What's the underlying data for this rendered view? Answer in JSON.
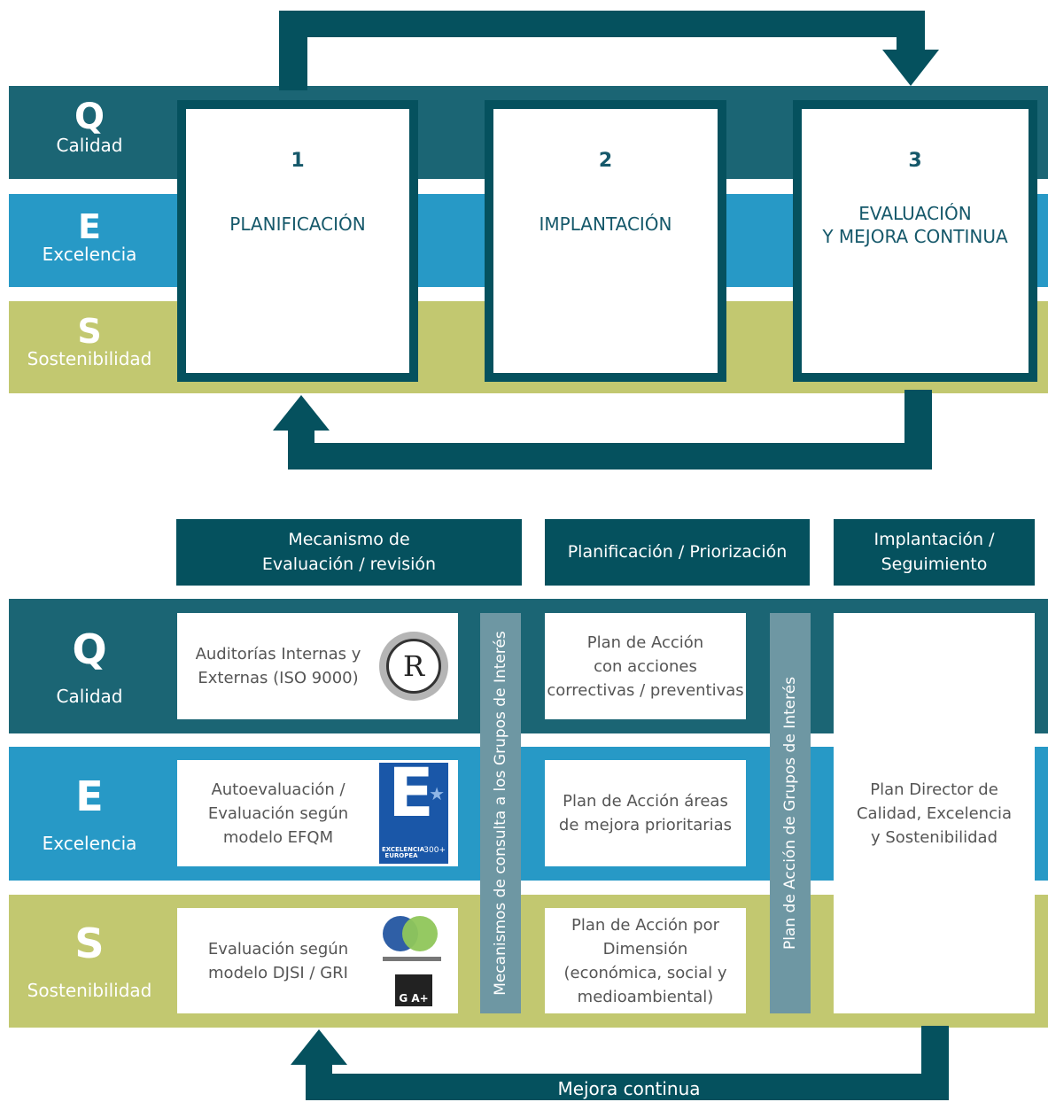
{
  "top": {
    "bands": [
      {
        "letter": "Q",
        "word": "Calidad"
      },
      {
        "letter": "E",
        "word": "Excelencia"
      },
      {
        "letter": "S",
        "word": "Sostenibilidad"
      }
    ],
    "stages": [
      {
        "num": "1",
        "name": "PLANIFICACIÓN"
      },
      {
        "num": "2",
        "name": "IMPLANTACIÓN"
      },
      {
        "num": "3",
        "name": "EVALUACIÓN\nY MEJORA CONTINUA"
      }
    ]
  },
  "bottom": {
    "headers": [
      "Mecanismo de\nEvaluación / revisión",
      "Planificación / Priorización",
      "Implantación /\nSeguimiento"
    ],
    "bands": [
      {
        "letter": "Q",
        "word": "Calidad"
      },
      {
        "letter": "E",
        "word": "Excelencia"
      },
      {
        "letter": "S",
        "word": "Sostenibilidad"
      }
    ],
    "evaluation": [
      "Auditorías Internas y\nExternas (ISO 9000)",
      "Autoevaluación /\nEvaluación según\nmodelo EFQM",
      "Evaluación según\nmodelo DJSI / GRI"
    ],
    "plans": [
      "Plan de Acción\ncon acciones\ncorrectivas / preventivas",
      "Plan de Acción áreas\nde mejora prioritarias",
      "Plan de Acción por\nDimensión\n(económica, social y\nmedioambiental)"
    ],
    "vertical_1": "Mecanismos de consulta a los Grupos de Interés",
    "vertical_2": "Plan de Acción de Grupos de Interés",
    "director": "Plan Director de\nCalidad, Excelencia\ny Sostenibilidad",
    "loop_label": "Mejora continua",
    "logos": {
      "iso_mark": "R",
      "efqm_letter": "E",
      "efqm_text": "EXCELENCIA EUROPEA",
      "efqm_badge": "300+",
      "gri_mark": "G A+"
    }
  },
  "colors": {
    "dark": "#05515e",
    "quality": "#1b6574",
    "excellence": "#2799c6",
    "sustainability": "#c2c870",
    "vertical": "#6e97a3"
  }
}
